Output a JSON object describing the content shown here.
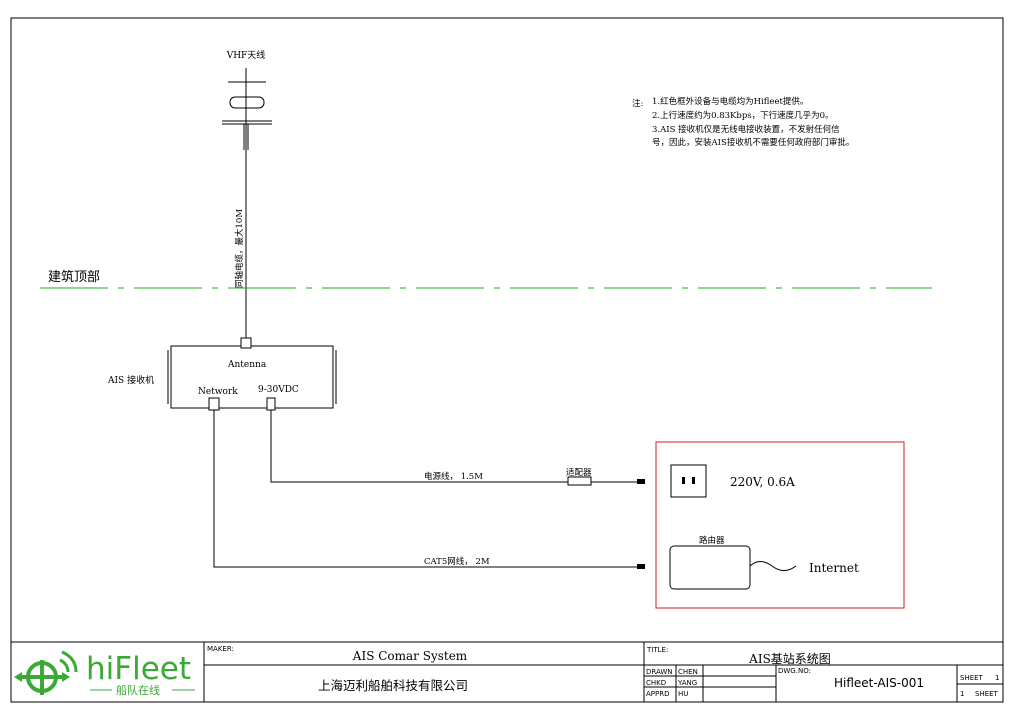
{
  "diagram": {
    "vhf_antenna_label": "VHF天线",
    "coax_cable_label": "同轴电缆，最大10M",
    "roof_label": "建筑顶部",
    "receiver_label": "AIS 接收机",
    "antenna_port_label": "Antenna",
    "network_port_label": "Network",
    "power_port_label": "9-30VDC",
    "power_cable_label": "电源线， 1.5M",
    "adapter_label": "适配器",
    "cat5_cable_label": "CAT5网线， 2M",
    "socket_label": "220V, 0.6A",
    "router_label": "路由器",
    "internet_label": "Internet",
    "notes_prefix": "注:",
    "notes": [
      "1.红色框外设备与电缆均为Hifleet提供。",
      "2.上行速度约为0.83Kbps，下行速度几乎为0。",
      "3.AIS 接收机仅是无线电接收装置，不发射任何信",
      "号，因此，安装AIS接收机不需要任何政府部门审批。"
    ],
    "colors": {
      "roof_line": "#22aa22",
      "red_box": "#cc2222",
      "logo_green": "#3aa935"
    }
  },
  "title_block": {
    "logo_text": "hiFleet",
    "logo_tagline": "船队在线",
    "maker_label": "MAKER:",
    "maker_value": "AIS Comar System",
    "company": "上海迈利船舶科技有限公司",
    "title_label": "TITLE:",
    "title_value": "AIS基站系统图",
    "drawn_label": "DRAWN",
    "drawn_value": "CHEN",
    "chkd_label": "CHKD",
    "chkd_value": "YANG",
    "apprd_label": "APPRD",
    "apprd_value": "HU",
    "dwg_label": "DWG.NO:",
    "dwg_value": "Hifleet-AIS-001",
    "sheet_top_label": "SHEET",
    "sheet_top_value": "1",
    "sheet_bottom_value": "1",
    "sheet_bottom_label": "SHEET"
  }
}
